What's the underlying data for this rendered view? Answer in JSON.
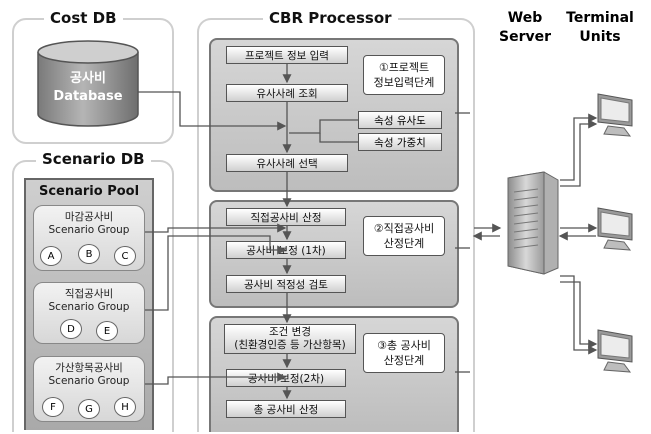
{
  "cost_db": {
    "title": "Cost DB",
    "db_line1": "공사비",
    "db_line2": "Database"
  },
  "scenario_db": {
    "title": "Scenario DB",
    "pool_title": "Scenario Pool",
    "groups": [
      {
        "line1": "마감공사비",
        "line2": "Scenario Group",
        "items": [
          "A",
          "B",
          "C"
        ]
      },
      {
        "line1": "직접공사비",
        "line2": "Scenario Group",
        "items": [
          "D",
          "E"
        ]
      },
      {
        "line1": "가산항목공사비",
        "line2": "Scenario Group",
        "items": [
          "F",
          "G",
          "H"
        ]
      }
    ]
  },
  "cbr": {
    "title": "CBR Processor",
    "stage1": {
      "steps": [
        "프로젝트 정보 입력",
        "유사사례 조회",
        "유사사례 선택"
      ],
      "label_line1": "①프로젝트",
      "label_line2": "정보입력단계",
      "attrs": [
        "속성 유사도",
        "속성 가중치"
      ]
    },
    "stage2": {
      "steps": [
        "직접공사비 산정",
        "공사비 보정 (1차)",
        "공사비 적정성 검토"
      ],
      "label_line1": "②직접공사비",
      "label_line2": "산정단계"
    },
    "stage3": {
      "step1_line1": "조건 변경",
      "step1_line2": "(친환경인증 등 가산항목)",
      "steps": [
        "공사비 보정(2차)",
        "총 공사비 산정"
      ],
      "label_line1": "③총 공사비",
      "label_line2": "산정단계"
    }
  },
  "web": {
    "title_line1": "Web",
    "title_line2": "Server"
  },
  "terminal": {
    "title_line1": "Terminal",
    "title_line2": "Units"
  }
}
